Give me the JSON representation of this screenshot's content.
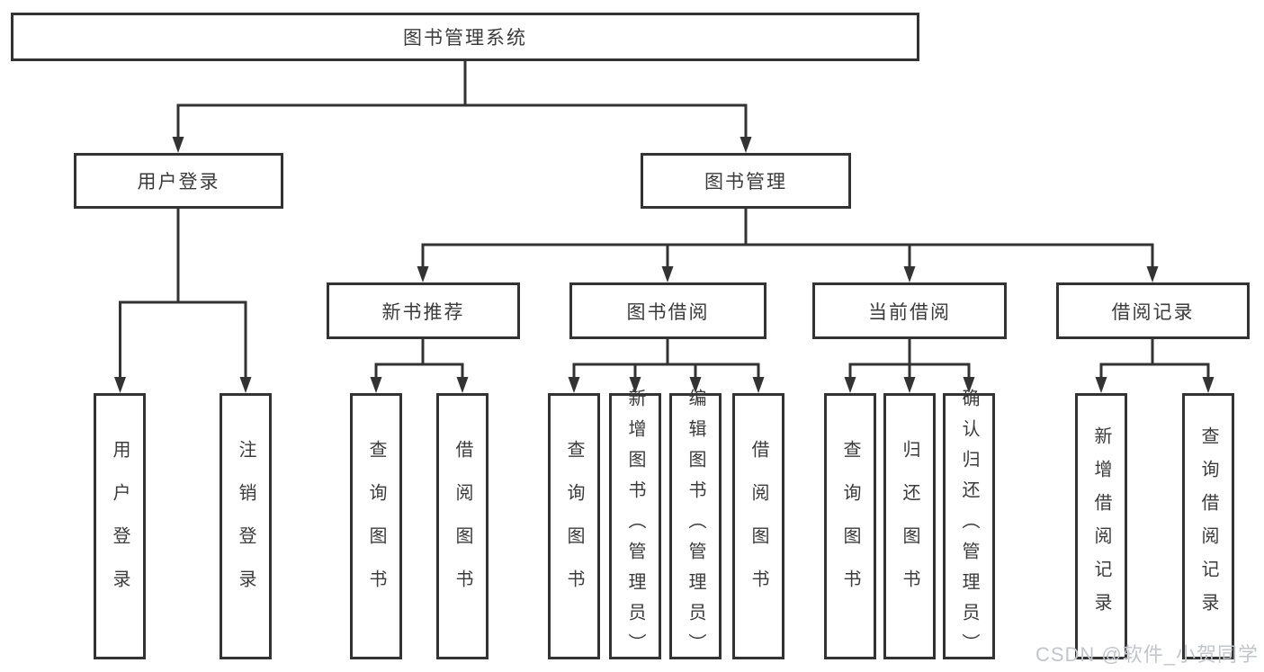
{
  "nodes": {
    "root": {
      "label": "图书管理系统"
    },
    "level2": [
      {
        "label": "用户登录"
      },
      {
        "label": "图书管理"
      }
    ],
    "level3": [
      {
        "label": "新书推荐",
        "parent": "图书管理"
      },
      {
        "label": "图书借阅",
        "parent": "图书管理"
      },
      {
        "label": "当前借阅",
        "parent": "图书管理"
      },
      {
        "label": "借阅记录",
        "parent": "图书管理"
      }
    ],
    "leaves": [
      {
        "label": "用户登录",
        "parent": "用户登录"
      },
      {
        "label": "注销登录",
        "parent": "用户登录"
      },
      {
        "label": "查询图书",
        "parent": "新书推荐"
      },
      {
        "label": "借阅图书",
        "parent": "新书推荐"
      },
      {
        "label": "查询图书",
        "parent": "图书借阅"
      },
      {
        "label": "新增图书（管理员）",
        "parent": "图书借阅"
      },
      {
        "label": "编辑图书（管理员）",
        "parent": "图书借阅"
      },
      {
        "label": "借阅图书",
        "parent": "图书借阅"
      },
      {
        "label": "查询图书",
        "parent": "当前借阅"
      },
      {
        "label": "归还图书",
        "parent": "当前借阅"
      },
      {
        "label": "确认归还（管理员）",
        "parent": "当前借阅"
      },
      {
        "label": "新增借阅记录",
        "parent": "借阅记录"
      },
      {
        "label": "查询借阅记录",
        "parent": "借阅记录"
      }
    ]
  },
  "watermark": {
    "text": "CSDN @软件_小贺同学"
  },
  "colors": {
    "line": "#333333",
    "box_border": "#333333",
    "text": "#3b3b3b",
    "background": "#ffffff",
    "watermark": "#c3c5ce"
  }
}
